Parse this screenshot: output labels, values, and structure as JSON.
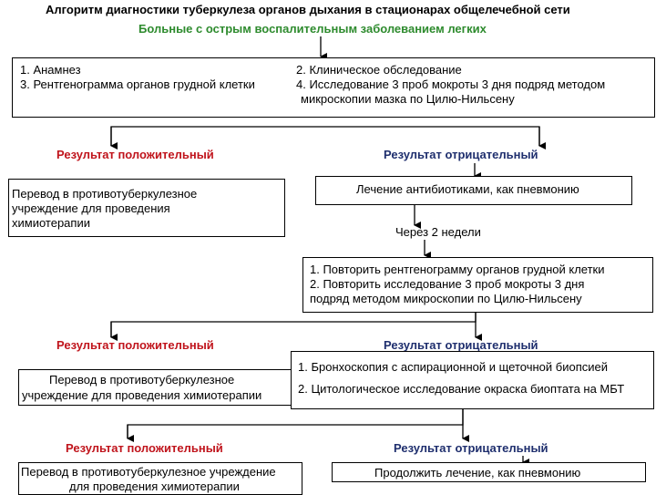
{
  "title": "Алгоритм диагностики туберкулеза органов дыхания в стационарах общелечебной сети",
  "subtitle": "Больные с острым воспалительным заболеванием легких",
  "step1": {
    "left_line1": "1.   Анамнез",
    "left_line2": "3. Рентгенограмма органов грудной клетки",
    "right_line1": "2. Клиническое обследование",
    "right_line2": "4. Исследование 3 проб мокроты 3  дня подряд методом",
    "right_line3": "микроскопии мазка по Цилю-Нильсену"
  },
  "result1": {
    "positive": "Результат положительный",
    "negative": "Результат отрицательный"
  },
  "transfer1": {
    "line1": "Перевод в противотуберкулезное",
    "line2": " учреждение  для проведения",
    "line3": "химиотерапии"
  },
  "antibiotics": "Лечение антибиотиками, как пневмонию",
  "after_two_weeks": "Через 2 недели",
  "repeat": {
    "line1": "1.   Повторить рентгенограмму органов грудной клетки",
    "line2": "2. Повторить исследование 3 проб мокроты  3 дня",
    "line3": "подряд методом микроскопии по Цилю-Нильсену"
  },
  "result2": {
    "positive": "Результат положительный",
    "negative": "Результат отрицательный"
  },
  "transfer2": {
    "line1": "Перевод в противотуберкулезное",
    "line2": "учреждение для проведения химиотерапии"
  },
  "broncho": {
    "line1": "1. Бронхоскопия с аспирационной и щеточной биопсией",
    "line2": "2. Цитологическое исследование окраска биоптата на МБТ"
  },
  "result3": {
    "positive": "Результат положительный",
    "negative": "Результат отрицательный"
  },
  "transfer3": {
    "line1": "Перевод в противотуберкулезное учреждение",
    "line2": "для проведения химиотерапии"
  },
  "continue": "Продолжить лечение, как пневмонию",
  "colors": {
    "subtitle": "#2e8b2e",
    "positive": "#c0141c",
    "negative": "#1f2f6e"
  }
}
